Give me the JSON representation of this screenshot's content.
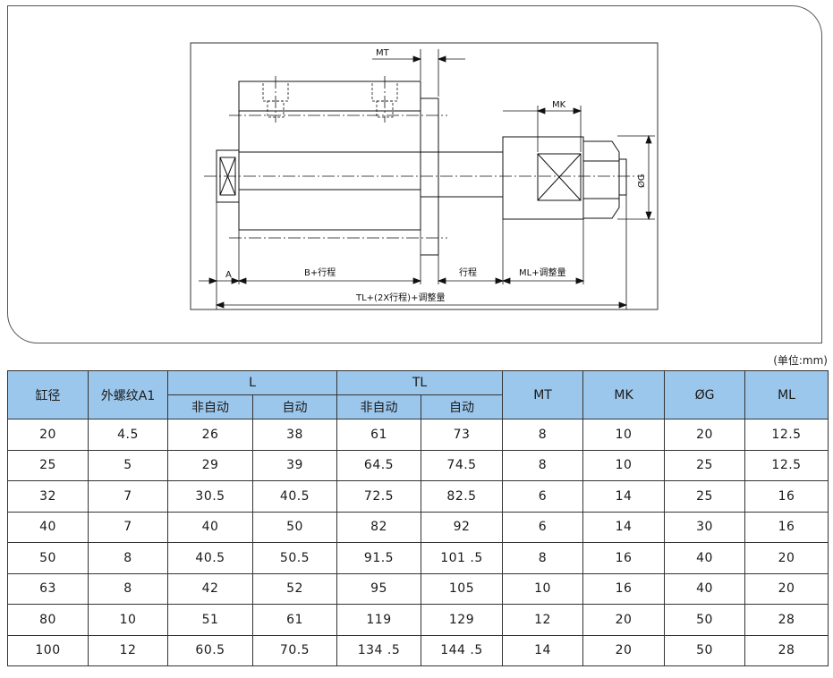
{
  "drawing": {
    "labels": {
      "mt": "MT",
      "mk": "MK",
      "og": "ØG",
      "a": "A",
      "b_stroke": "B+行程",
      "stroke": "行程",
      "ml_adjust": "ML+调整量",
      "tl_total": "TL+(2X行程)+调整量"
    }
  },
  "unit_note": "(单位:mm)",
  "table": {
    "headers": {
      "bore": "缸径",
      "thread": "外螺纹A1",
      "l": "L",
      "tl": "TL",
      "mt": "MT",
      "mk": "MK",
      "og": "ØG",
      "ml": "ML",
      "l_manual": "非自动",
      "l_auto": "自动",
      "tl_manual": "非自动",
      "tl_auto": "自动"
    },
    "rows": [
      [
        "20",
        "4.5",
        "26",
        "38",
        "61",
        "73",
        "8",
        "10",
        "20",
        "12.5"
      ],
      [
        "25",
        "5",
        "29",
        "39",
        "64.5",
        "74.5",
        "8",
        "10",
        "25",
        "12.5"
      ],
      [
        "32",
        "7",
        "30.5",
        "40.5",
        "72.5",
        "82.5",
        "6",
        "14",
        "25",
        "16"
      ],
      [
        "40",
        "7",
        "40",
        "50",
        "82",
        "92",
        "6",
        "14",
        "30",
        "16"
      ],
      [
        "50",
        "8",
        "40.5",
        "50.5",
        "91.5",
        "101 .5",
        "8",
        "16",
        "40",
        "20"
      ],
      [
        "63",
        "8",
        "42",
        "52",
        "95",
        "105",
        "10",
        "16",
        "40",
        "20"
      ],
      [
        "80",
        "10",
        "51",
        "61",
        "119",
        "129",
        "12",
        "20",
        "50",
        "28"
      ],
      [
        "100",
        "12",
        "60.5",
        "70.5",
        "134 .5",
        "144 .5",
        "14",
        "20",
        "50",
        "28"
      ]
    ]
  },
  "colors": {
    "header_bg": "#9cc7ec",
    "line": "#111111"
  }
}
